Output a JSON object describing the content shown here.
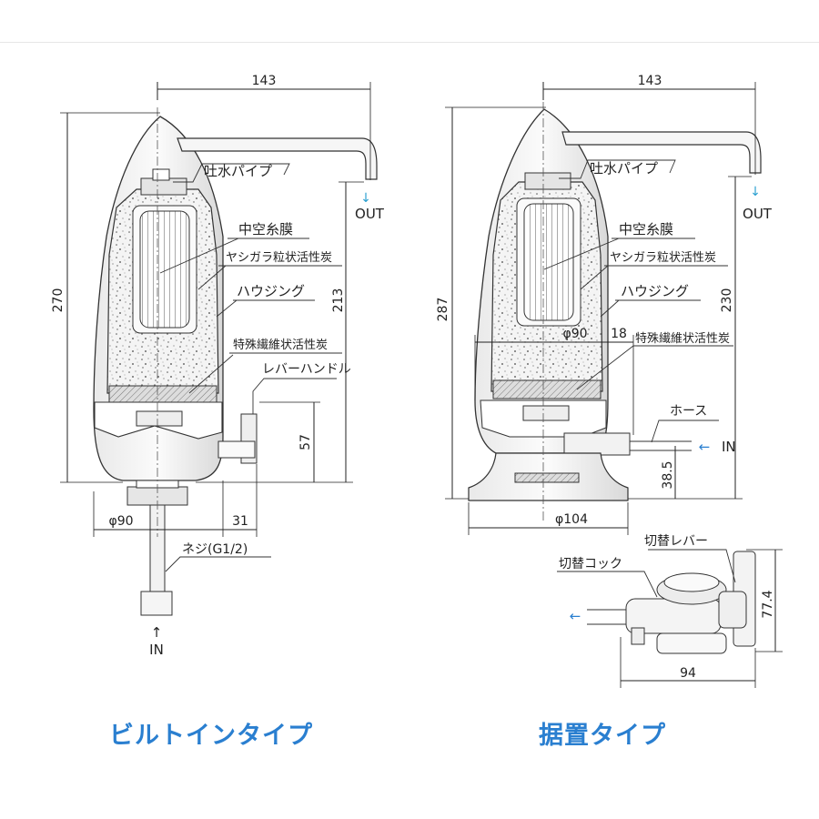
{
  "builtin": {
    "caption": "ビルトインタイプ",
    "dims": {
      "width_top": "143",
      "height_total": "270",
      "height_out": "213",
      "height_lever": "57",
      "diameter": "φ90",
      "lever_offset": "31"
    },
    "labels": {
      "spout_pipe": "吐水パイプ",
      "hollow_fiber": "中空糸膜",
      "coconut_carbon": "ヤシガラ粒状活性炭",
      "housing": "ハウジング",
      "fiber_carbon": "特殊繊維状活性炭",
      "lever_handle": "レバーハンドル",
      "thread": "ネジ(G1/2)",
      "out": "OUT",
      "in": "IN"
    }
  },
  "countertop": {
    "caption": "据置タイプ",
    "dims": {
      "width_top": "143",
      "height_total": "287",
      "height_out": "230",
      "diameter": "φ90",
      "offset_18": "18",
      "hose_height": "38.5",
      "base_diameter": "φ104",
      "cock_width": "94",
      "cock_height": "77.4"
    },
    "labels": {
      "spout_pipe": "吐水パイプ",
      "hollow_fiber": "中空糸膜",
      "coconut_carbon": "ヤシガラ粒状活性炭",
      "housing": "ハウジング",
      "fiber_carbon": "特殊繊維状活性炭",
      "hose": "ホース",
      "switch_lever": "切替レバー",
      "switch_cock": "切替コック",
      "out": "OUT",
      "in": "IN"
    }
  },
  "colors": {
    "accent": "#2a7fd0",
    "arrow": "#2a9fd0",
    "line": "#222222"
  }
}
